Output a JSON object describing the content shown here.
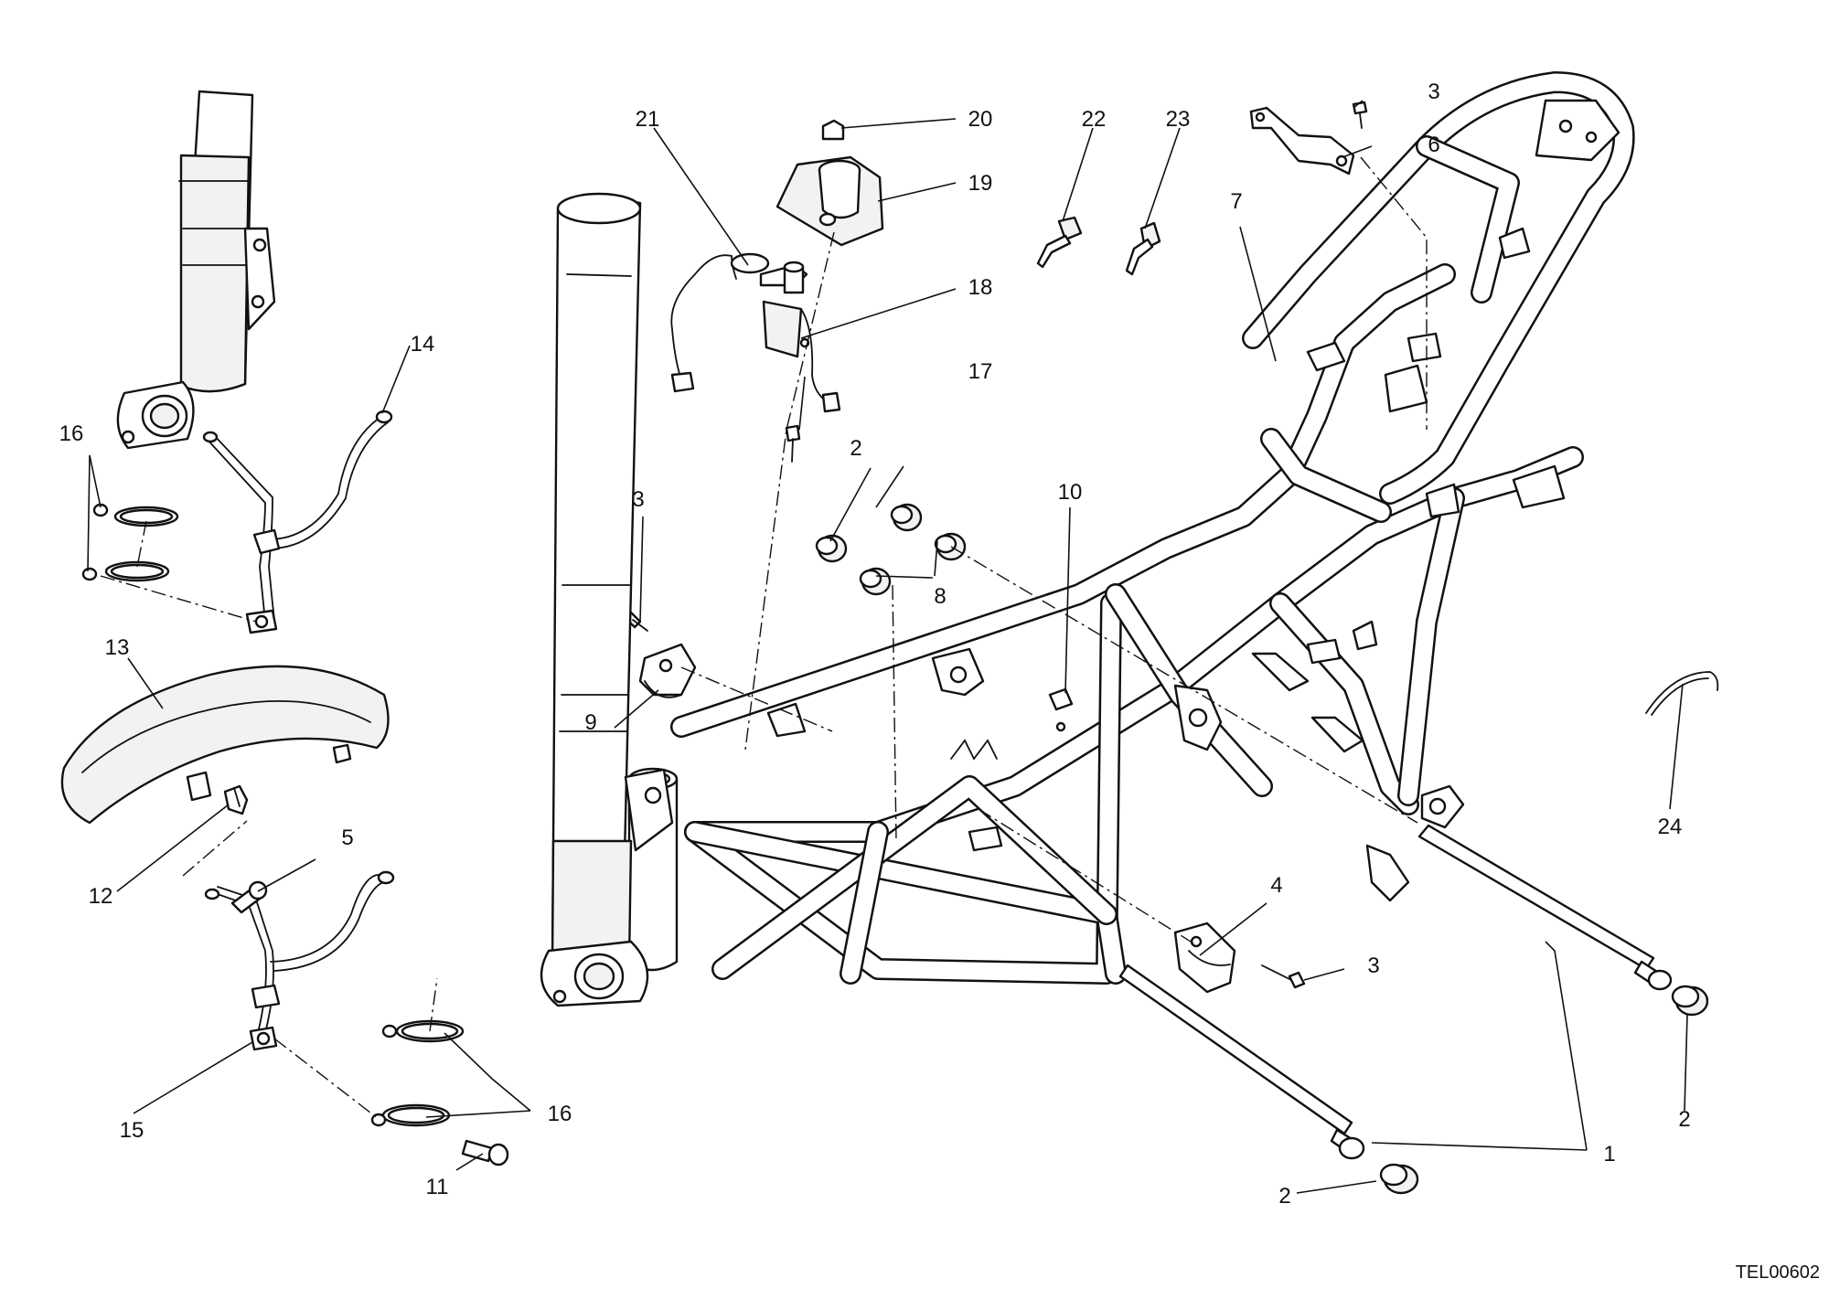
{
  "drawing_code": "TEL00602",
  "callouts": {
    "c1": "1",
    "c2a": "2",
    "c2b": "2",
    "c2c": "2",
    "c3a": "3",
    "c3b": "3",
    "c3c": "3",
    "c4": "4",
    "c5": "5",
    "c6": "6",
    "c7": "7",
    "c8": "8",
    "c9": "9",
    "c10": "10",
    "c11": "11",
    "c12": "12",
    "c13": "13",
    "c14": "14",
    "c15": "15",
    "c16a": "16",
    "c16b": "16",
    "c17": "17",
    "c18": "18",
    "c19": "19",
    "c20": "20",
    "c21": "21",
    "c22": "22",
    "c23": "23",
    "c24": "24"
  }
}
